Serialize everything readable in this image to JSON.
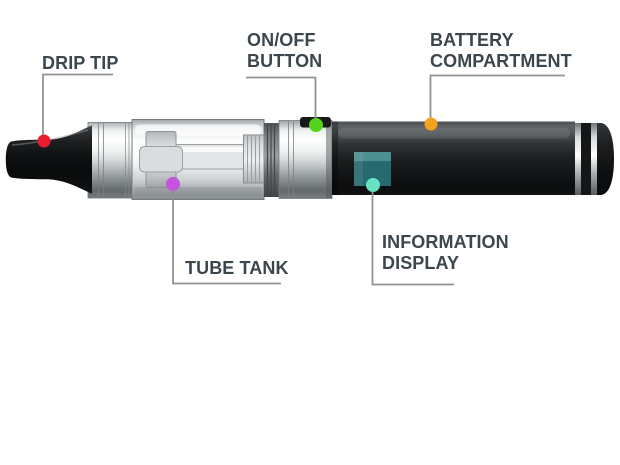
{
  "diagram": {
    "labels": [
      {
        "id": "drip-tip",
        "lines": [
          "DRIP TIP",
          ""
        ],
        "dot_color": "#e81e2d"
      },
      {
        "id": "on-off-button",
        "lines": [
          "ON/OFF",
          "BUTTON"
        ],
        "dot_color": "#55d41a"
      },
      {
        "id": "battery-compartment",
        "lines": [
          "BATTERY",
          "COMPARTMENT"
        ],
        "dot_color": "#f4a11d"
      },
      {
        "id": "tube-tank",
        "lines": [
          "TUBE TANK",
          ""
        ],
        "dot_color": "#c653e0"
      },
      {
        "id": "information-display",
        "lines": [
          "INFORMATION",
          "DISPLAY"
        ],
        "dot_color": "#67e3c2"
      }
    ],
    "colors": {
      "background": "#ffffff",
      "label_text": "#3c464d",
      "leader_line": "#8e9396"
    },
    "device": {
      "button_color": "#17191b",
      "display_color": "#266a70"
    }
  }
}
